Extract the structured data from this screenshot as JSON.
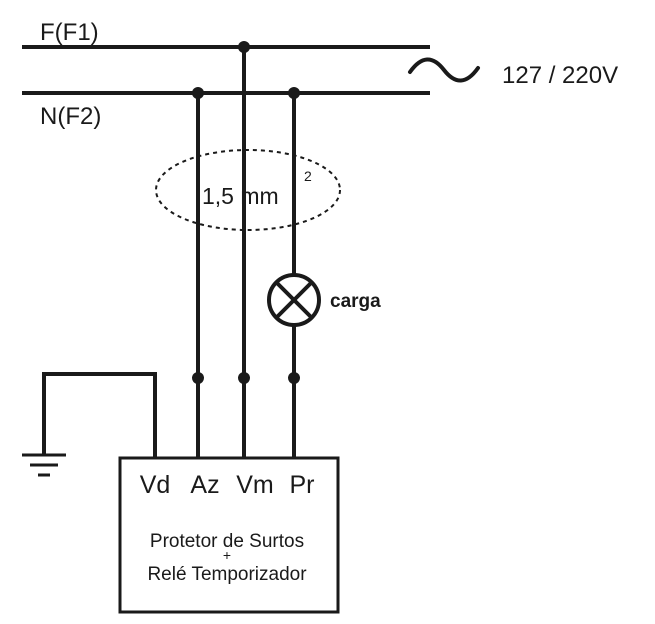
{
  "supply": {
    "line_label": "F(F1)",
    "neutral_label": "N(F2)",
    "voltage_label": "127 / 220V",
    "ac_symbol": "ac-sine-symbol"
  },
  "cable": {
    "gauge_text": "1,5 mm",
    "gauge_superscript": "2"
  },
  "load": {
    "label": "carga",
    "icon": "lamp-icon"
  },
  "device": {
    "terminals": [
      "Vd",
      "Az",
      "Vm",
      "Pr"
    ],
    "title_line1": "Protetor de Surtos",
    "title_plus": "+",
    "title_line2": "Relé Temporizador"
  },
  "ground": {
    "icon": "ground-icon"
  }
}
